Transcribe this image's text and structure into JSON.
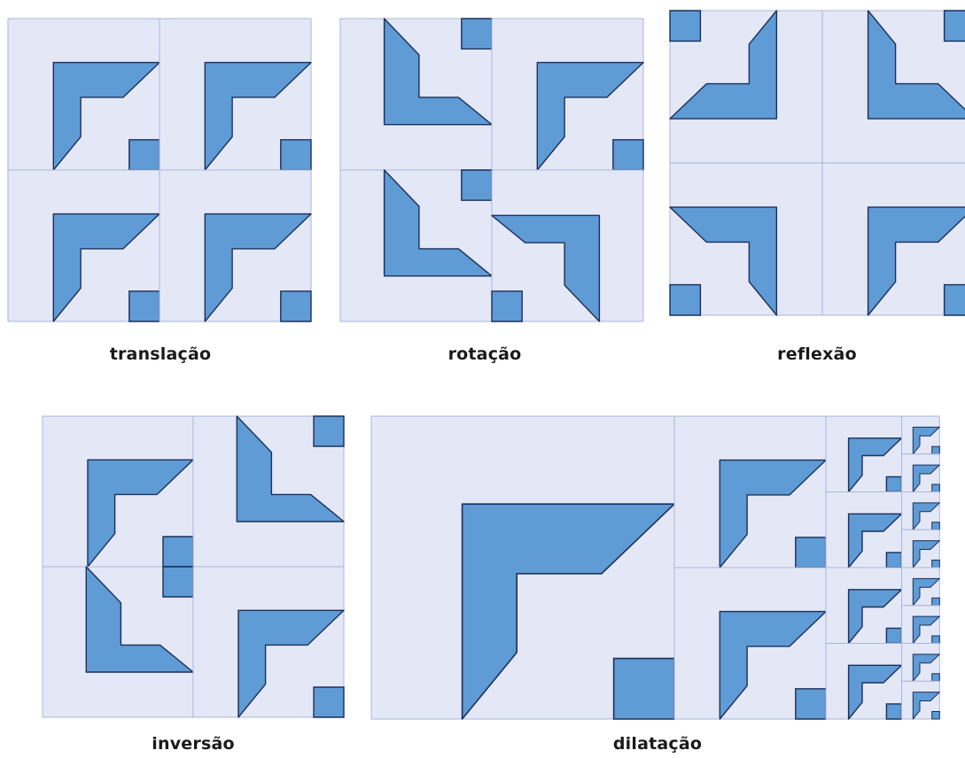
{
  "colors": {
    "tile_background": "#e4e8f6",
    "grid_line": "#a9b4dc",
    "shape_fill": "#5f9bd4",
    "shape_stroke": "#1b2f5c"
  },
  "panels": [
    {
      "id": "translacao",
      "caption": "translação"
    },
    {
      "id": "rotacao",
      "caption": "rotação"
    },
    {
      "id": "reflexao",
      "caption": "reflexão"
    },
    {
      "id": "inversao",
      "caption": "inversão"
    },
    {
      "id": "dilatacao",
      "caption": "dilatação"
    }
  ]
}
